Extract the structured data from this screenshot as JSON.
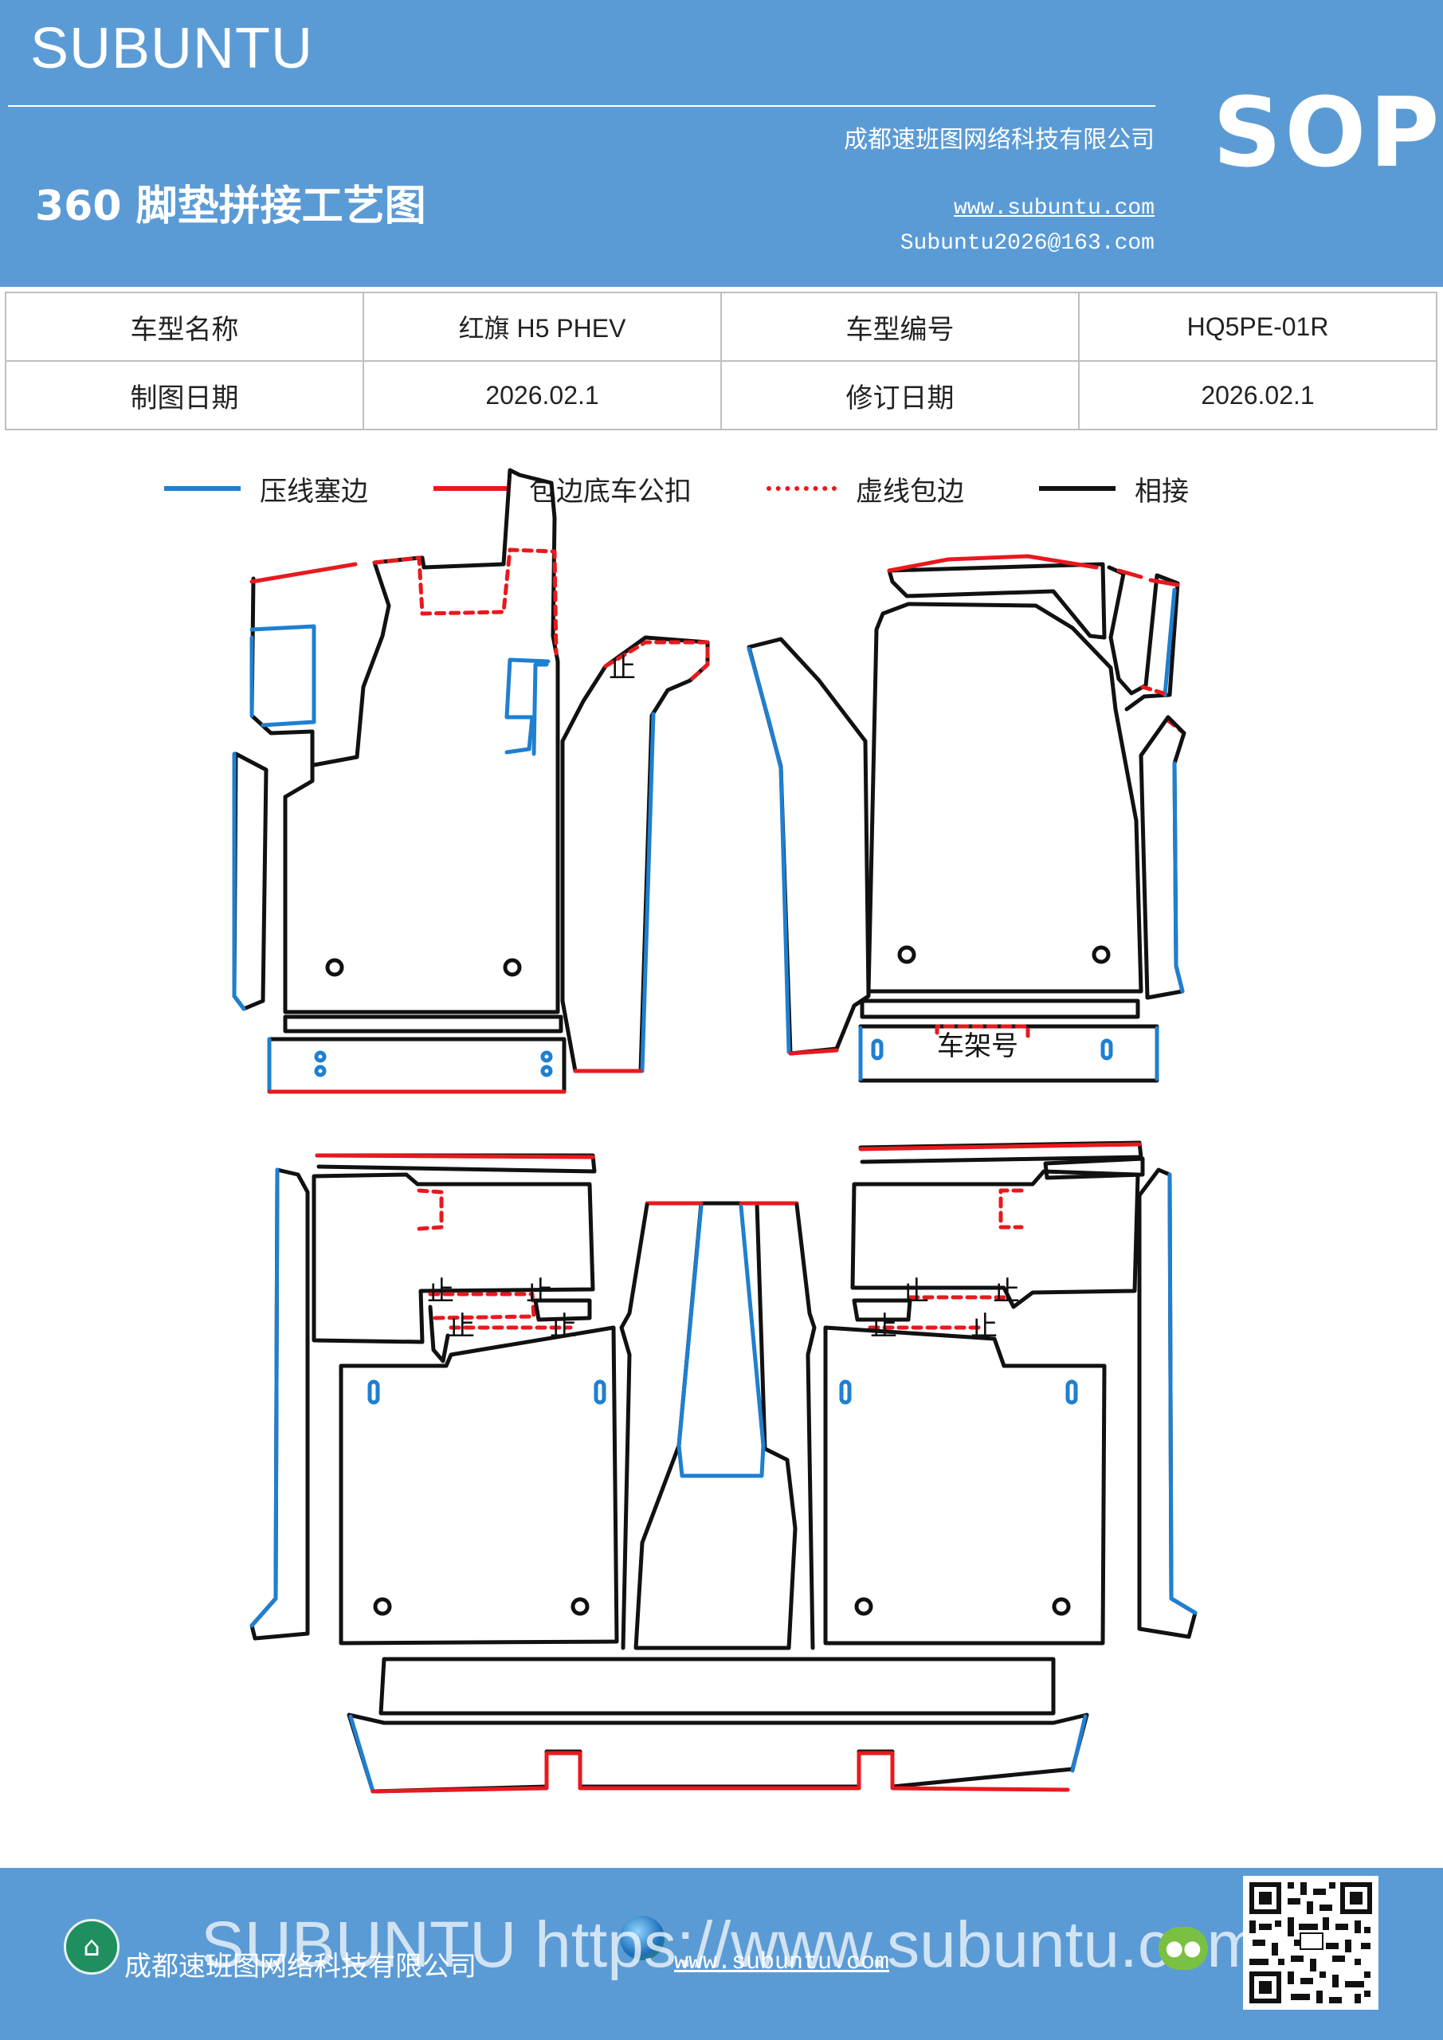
{
  "header": {
    "brand": "SUBUNTU",
    "company": "成都速班图网络科技有限公司",
    "title": "360 脚垫拼接工艺图",
    "website": "www.subuntu.com",
    "email": "Subuntu2026@163.com",
    "badge": "SOP"
  },
  "info_table": {
    "rows": [
      {
        "label1": "车型名称",
        "value1": "红旗 H5  PHEV",
        "label2": "车型编号",
        "value2": "HQ5PE-01R"
      },
      {
        "label1": "制图日期",
        "value1": "2026.02.1",
        "label2": "修订日期",
        "value2": "2026.02.1"
      }
    ]
  },
  "legend": {
    "items": [
      {
        "label": "压线塞边",
        "color": "#1f7fd0",
        "style": "solid"
      },
      {
        "label": "包边底车公扣",
        "color": "#e8191e",
        "style": "solid"
      },
      {
        "label": "虚线包边",
        "color": "#e8191e",
        "style": "dotted"
      },
      {
        "label": "相接",
        "color": "#111111",
        "style": "solid"
      }
    ]
  },
  "diagram": {
    "vin_label": "车架号",
    "stop_mark": "止"
  },
  "footer": {
    "company": "成都速班图网络科技有限公司",
    "website": "www.subuntu.com",
    "watermark": "SUBUNTU https://www.subuntu.com",
    "icons": [
      "building-icon",
      "globe-icon",
      "wechat-icon",
      "qr-code"
    ]
  },
  "colors": {
    "header_bg": "#5b9bd5",
    "blue_edge": "#1f7fd0",
    "red_edge": "#e8191e",
    "black_edge": "#111111"
  }
}
